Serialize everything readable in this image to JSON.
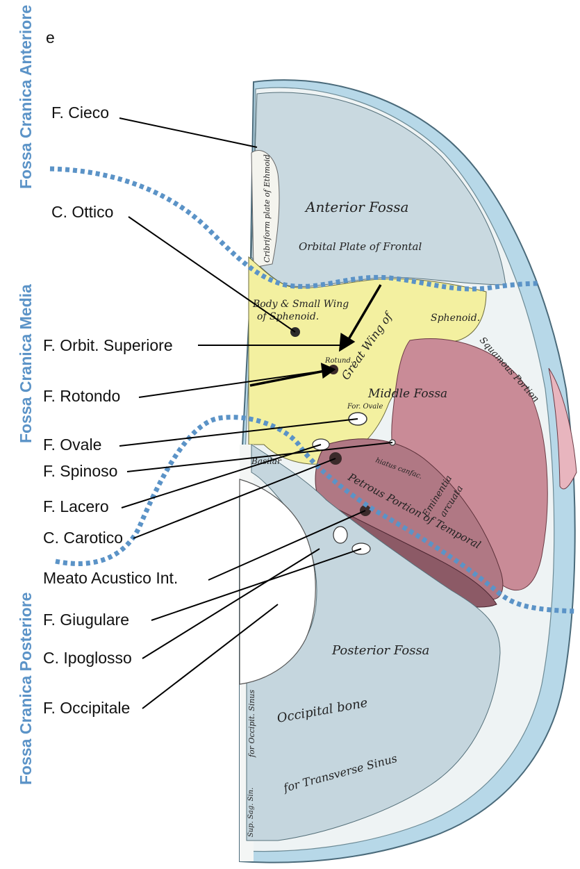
{
  "fossa_labels": {
    "anterior": "Fossa Cranica Anteriore",
    "media": "Fossa Cranica Media",
    "posterior": "Fossa Cranica Posteriore",
    "edge_fragment": "e"
  },
  "structure_labels": [
    "F. Cieco",
    "C. Ottico",
    "F. Orbit. Superiore",
    "F. Rotondo",
    "F. Ovale",
    "F. Spinoso",
    "F. Lacero",
    "C. Carotico",
    "Meato Acustico Int.",
    "F. Giugulare",
    "C. Ipoglosso",
    "F. Occipitale"
  ],
  "plate_labels": {
    "anterior_fossa": "Anterior Fossa",
    "orbital_plate": "Orbital Plate of Frontal",
    "cribriform": "Cribriform plate of Ethmoid",
    "body_small_wing_1": "Body & Small Wing",
    "body_small_wing_2": "of Sphenoid.",
    "great_wing": "Great Wing of",
    "sphenoid": "Sphenoid.",
    "middle_fossa": "Middle Fossa",
    "squamous": "Squamous Portion",
    "petrous": "Petrous Portion of Temporal",
    "eminentia": "Eminentia",
    "arcuata": "arcuata",
    "basilar": "Basilar",
    "posterior_fossa": "Posterior Fossa",
    "occipital_bone": "Occipital bone",
    "transverse_sinus": "for Transverse Sinus",
    "occipit_sinus": "for Occipit. Sinus",
    "sup_sag": "Sup. Sag. Sin.",
    "rotund": "Rotund.",
    "for_ovale": "For. Ovale",
    "hiatus": "hiatus canfac."
  },
  "colors": {
    "anterior_bone": "#c9d9e0",
    "anterior_bone_light": "#dde9ee",
    "sphenoid_yellow": "#f3f0a0",
    "temporal_pink": "#c98b97",
    "petrous_dark": "#a66e7a",
    "posterior_bone": "#c5d6de",
    "outer_rim": "#b7d8e8",
    "dotted_divider": "#5b93c7",
    "label_text": "#111111"
  }
}
